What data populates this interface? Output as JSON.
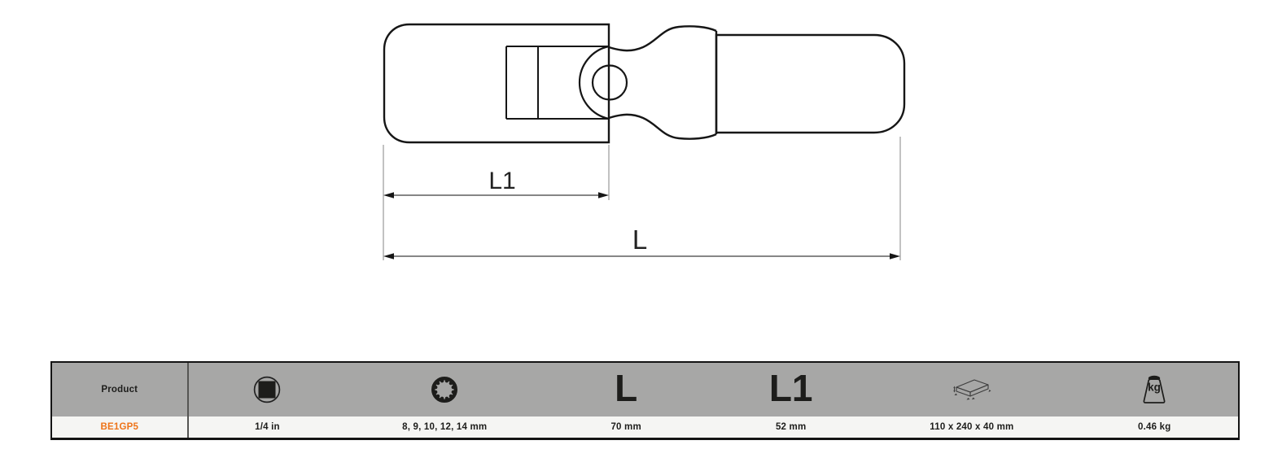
{
  "diagram": {
    "l1_label": "L1",
    "l_label": "L"
  },
  "table": {
    "header": {
      "product": "Product",
      "l": "L",
      "l1": "L1",
      "kg_icon_label": "kg",
      "icons": {
        "drive": "square-drive-icon",
        "socket": "twelve-point-socket-icon",
        "package": "package-dimensions-icon",
        "weight": "weight-kg-icon"
      }
    },
    "row": {
      "product_code": "BE1GP5",
      "drive_size": "1/4 in",
      "socket_sizes": "8, 9, 10, 12, 14 mm",
      "length_l": "70 mm",
      "length_l1": "52 mm",
      "package_size": "110 x 240 x 40 mm",
      "weight": "0.46 kg"
    }
  },
  "colors": {
    "accent_orange": "#ee7318",
    "table_header_bg": "#a7a7a6",
    "table_row_bg": "#f5f5f3",
    "table_border": "#141414",
    "line_color": "#161616"
  }
}
